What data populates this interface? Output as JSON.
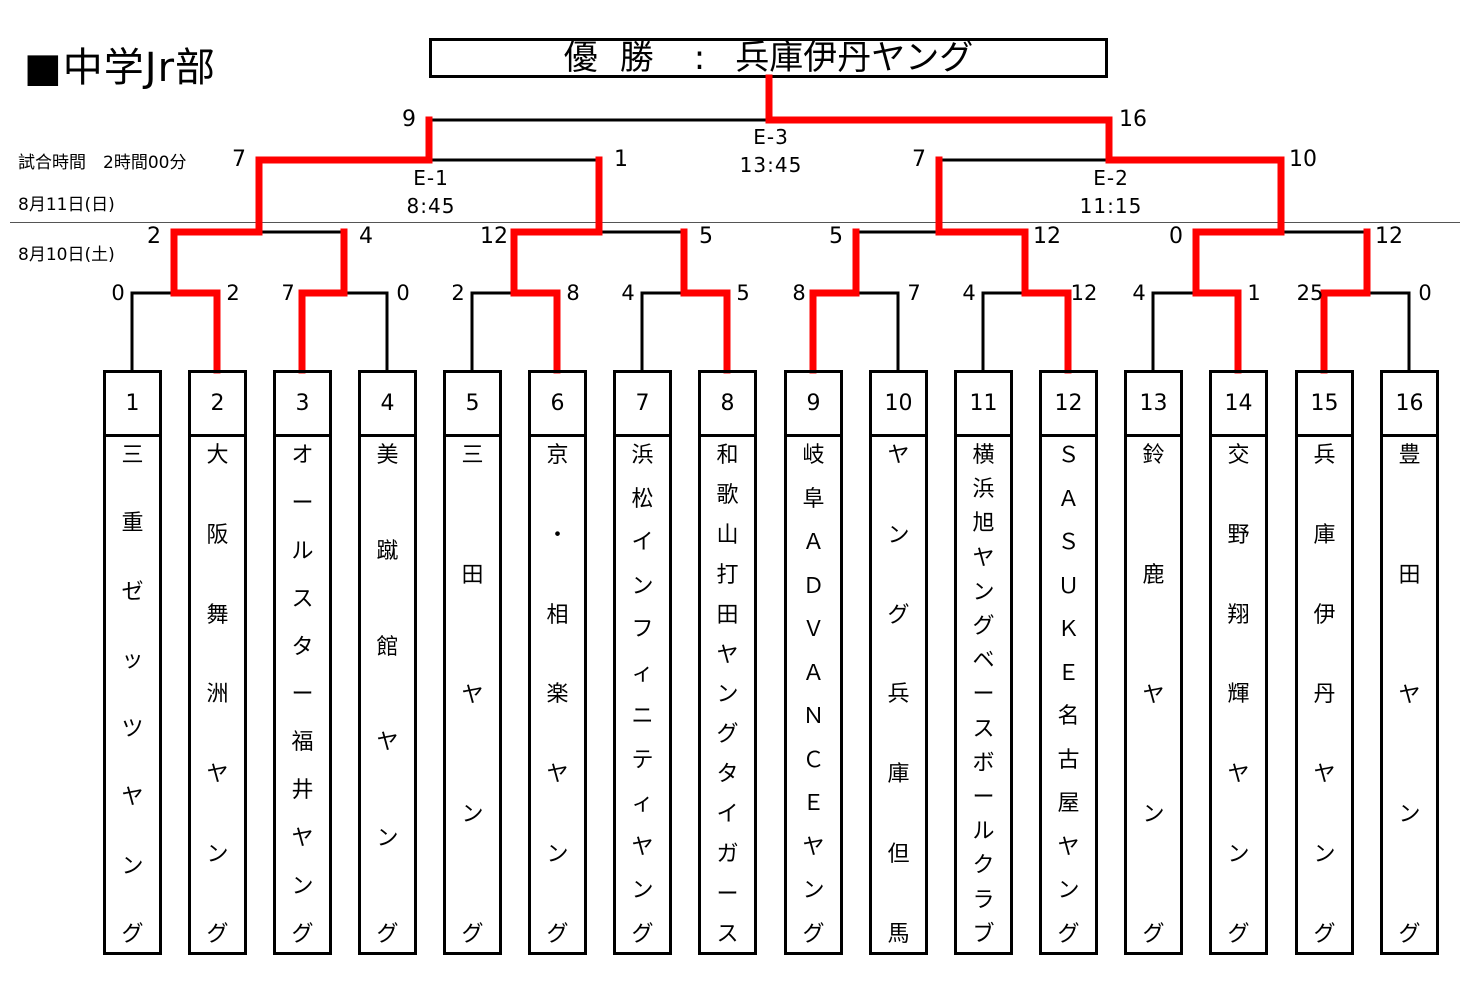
{
  "title": "■中学Jr部",
  "champion": {
    "label": "優勝",
    "colon": ":",
    "team": "兵庫伊丹ヤング"
  },
  "info": {
    "match_time": "試合時間　2時間00分",
    "day2": "8月11日(日)",
    "day1": "8月10日(土)"
  },
  "colors": {
    "winner": "#ff0000",
    "line": "#000000"
  },
  "matches": [
    {
      "id": "E-3",
      "time": "13:45",
      "top_score": "9",
      "bottom_score": "16"
    },
    {
      "id": "E-1",
      "time": "8:45",
      "top_score": "7",
      "bottom_score": "1"
    },
    {
      "id": "E-2",
      "time": "11:15",
      "top_score": "7",
      "bottom_score": "10"
    }
  ],
  "scores": {
    "r2": [
      "2",
      "4",
      "12",
      "5",
      "5",
      "12",
      "0",
      "12"
    ],
    "r1": [
      "0",
      "2",
      "7",
      "0",
      "2",
      "8",
      "4",
      "5",
      "8",
      "7",
      "4",
      "12",
      "4",
      "1",
      "25",
      "0"
    ]
  },
  "teams": [
    {
      "num": "1",
      "chars": [
        "三",
        "重",
        "ゼ",
        "ッ",
        "ツ",
        "ヤ",
        "ン",
        "グ"
      ]
    },
    {
      "num": "2",
      "chars": [
        "大",
        "阪",
        "舞",
        "洲",
        "ヤ",
        "ン",
        "グ"
      ]
    },
    {
      "num": "3",
      "chars": [
        "オ",
        "ー",
        "ル",
        "ス",
        "タ",
        "ー",
        "福",
        "井",
        "ヤ",
        "ン",
        "グ"
      ]
    },
    {
      "num": "4",
      "chars": [
        "美",
        "蹴",
        "館",
        "ヤ",
        "ン",
        "グ"
      ]
    },
    {
      "num": "5",
      "chars": [
        "三",
        "田",
        "ヤ",
        "ン",
        "グ"
      ]
    },
    {
      "num": "6",
      "chars": [
        "京",
        "・",
        "相",
        "楽",
        "ヤ",
        "ン",
        "グ"
      ]
    },
    {
      "num": "7",
      "chars": [
        "浜",
        "松",
        "イ",
        "ン",
        "フ",
        "ィ",
        "ニ",
        "テ",
        "ィ",
        "ヤ",
        "ン",
        "グ"
      ]
    },
    {
      "num": "8",
      "chars": [
        "和",
        "歌",
        "山",
        "打",
        "田",
        "ヤ",
        "ン",
        "グ",
        "タ",
        "イ",
        "ガ",
        "ー",
        "ス"
      ]
    },
    {
      "num": "9",
      "chars": [
        "岐",
        "阜",
        "Ａ",
        "Ｄ",
        "Ｖ",
        "Ａ",
        "Ｎ",
        "Ｃ",
        "Ｅ",
        "ヤ",
        "ン",
        "グ"
      ]
    },
    {
      "num": "10",
      "chars": [
        "ヤ",
        "ン",
        "グ",
        "兵",
        "庫",
        "但",
        "馬"
      ]
    },
    {
      "num": "11",
      "chars": [
        "横",
        "浜",
        "旭",
        "ヤ",
        "ン",
        "グ",
        "ベ",
        "ー",
        "ス",
        "ボ",
        "ー",
        "ル",
        "ク",
        "ラ",
        "ブ"
      ]
    },
    {
      "num": "12",
      "chars": [
        "Ｓ",
        "Ａ",
        "Ｓ",
        "Ｕ",
        "Ｋ",
        "Ｅ",
        "名",
        "古",
        "屋",
        "ヤ",
        "ン",
        "グ"
      ]
    },
    {
      "num": "13",
      "chars": [
        "鈴",
        "鹿",
        "ヤ",
        "ン",
        "グ"
      ]
    },
    {
      "num": "14",
      "chars": [
        "交",
        "野",
        "翔",
        "輝",
        "ヤ",
        "ン",
        "グ"
      ]
    },
    {
      "num": "15",
      "chars": [
        "兵",
        "庫",
        "伊",
        "丹",
        "ヤ",
        "ン",
        "グ"
      ]
    },
    {
      "num": "16",
      "chars": [
        "豊",
        "田",
        "ヤ",
        "ン",
        "グ"
      ]
    }
  ]
}
